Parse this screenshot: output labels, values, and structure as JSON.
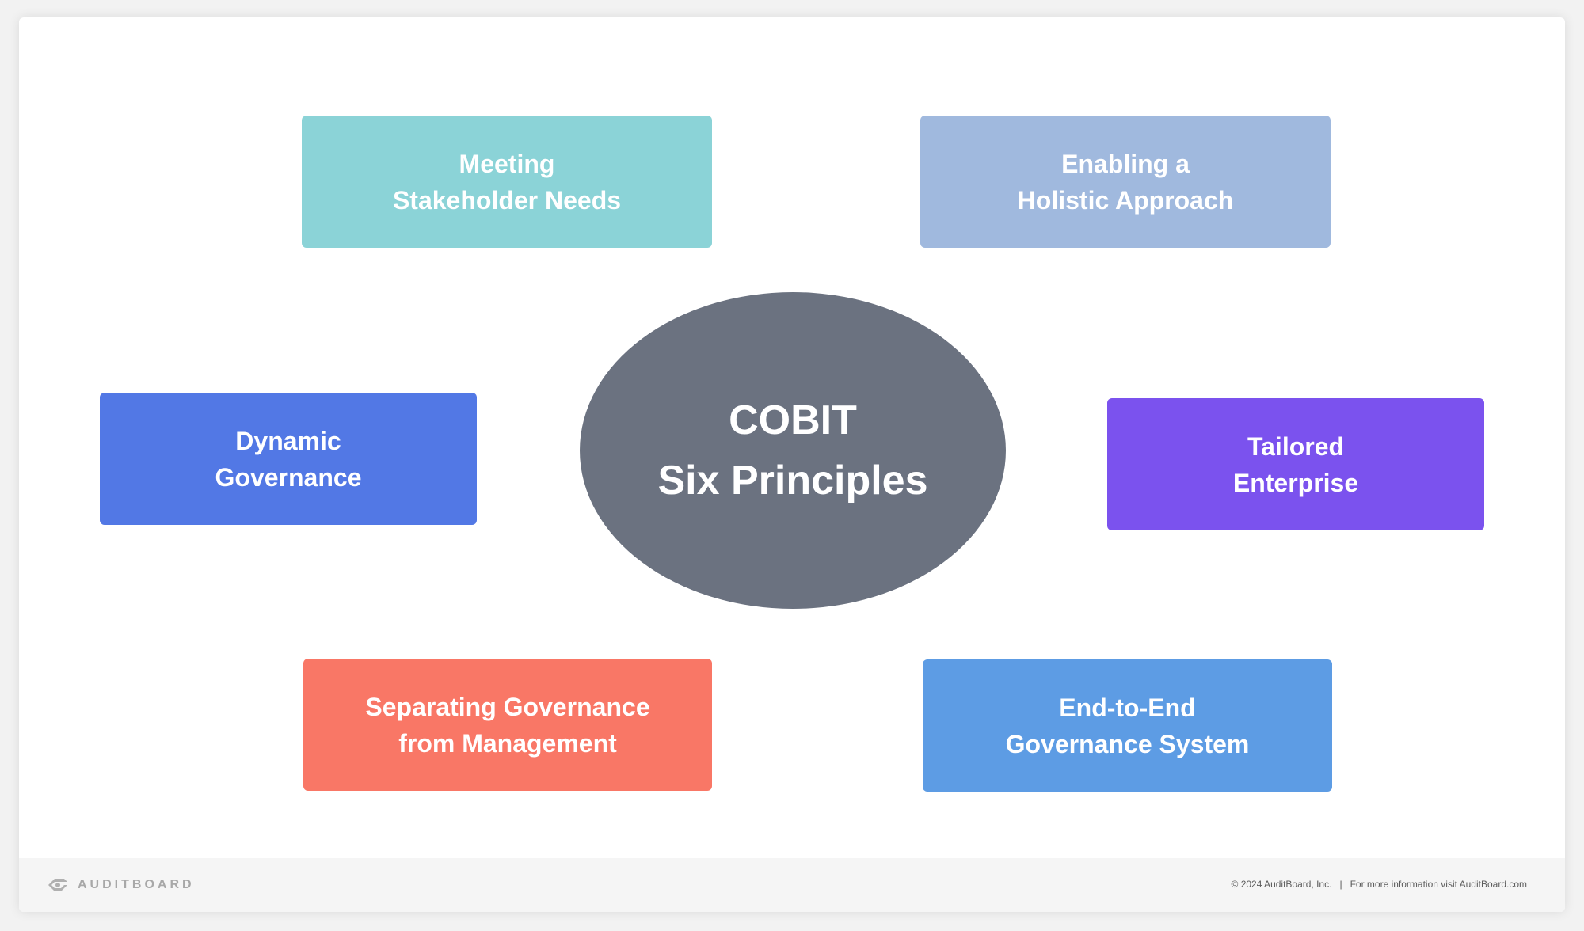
{
  "center": {
    "line1": "COBIT",
    "line2": "Six Principles",
    "color": "#6b7280"
  },
  "principles": [
    {
      "line1": "Meeting",
      "line2": "Stakeholder Needs",
      "color": "#8bd3d7"
    },
    {
      "line1": "Enabling a",
      "line2": "Holistic Approach",
      "color": "#a0b9de"
    },
    {
      "line1": "Dynamic",
      "line2": "Governance",
      "color": "#5278e5"
    },
    {
      "line1": "Tailored",
      "line2": "Enterprise",
      "color": "#7b52ee"
    },
    {
      "line1": "Separating Governance",
      "line2": "from Management",
      "color": "#f97766"
    },
    {
      "line1": "End-to-End",
      "line2": "Governance System",
      "color": "#5d9ce4"
    }
  ],
  "footer": {
    "brand": "AUDITBOARD",
    "copyright": "© 2024  AuditBoard, Inc.",
    "separator": "|",
    "info": "For more information visit AuditBoard.com"
  }
}
